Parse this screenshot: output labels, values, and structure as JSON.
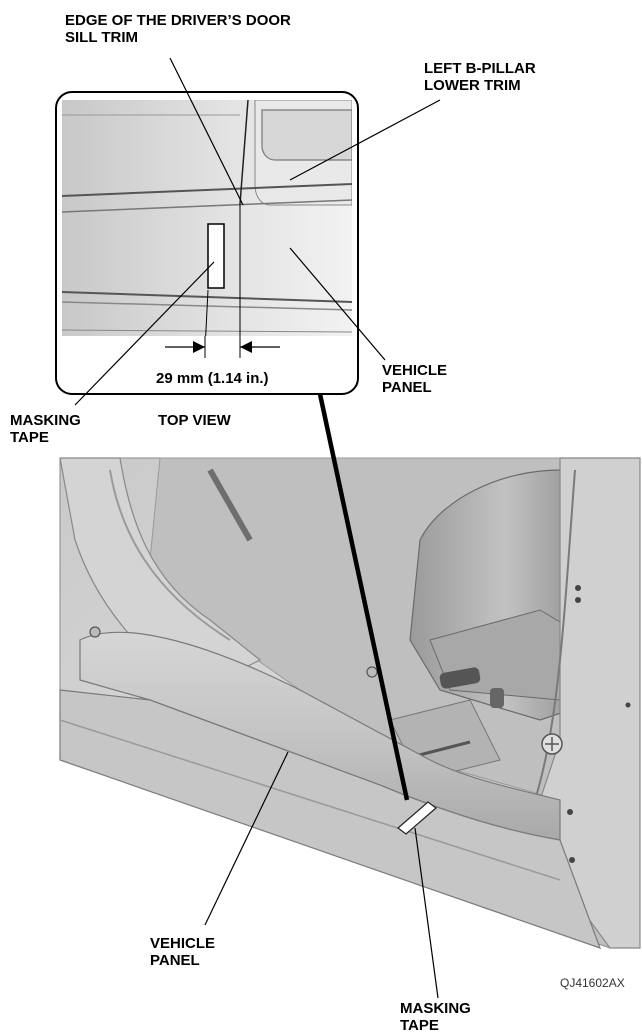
{
  "labels": {
    "edge_trim_line1": "EDGE OF THE DRIVER’S DOOR",
    "edge_trim_line2": "SILL TRIM",
    "bpillar_line1": "LEFT B-PILLAR",
    "bpillar_line2": "LOWER TRIM",
    "vehicle_panel_top_line1": "VEHICLE",
    "vehicle_panel_top_line2": "PANEL",
    "measurement": "29 mm (1.14 in.)",
    "masking_tape_top_line1": "MASKING",
    "masking_tape_top_line2": "TAPE",
    "top_view": "TOP VIEW",
    "vehicle_panel_bottom_line1": "VEHICLE",
    "vehicle_panel_bottom_line2": "PANEL",
    "masking_tape_bottom_line1": "MASKING",
    "masking_tape_bottom_line2": "TAPE",
    "figure_code": "QJ41602AX"
  }
}
